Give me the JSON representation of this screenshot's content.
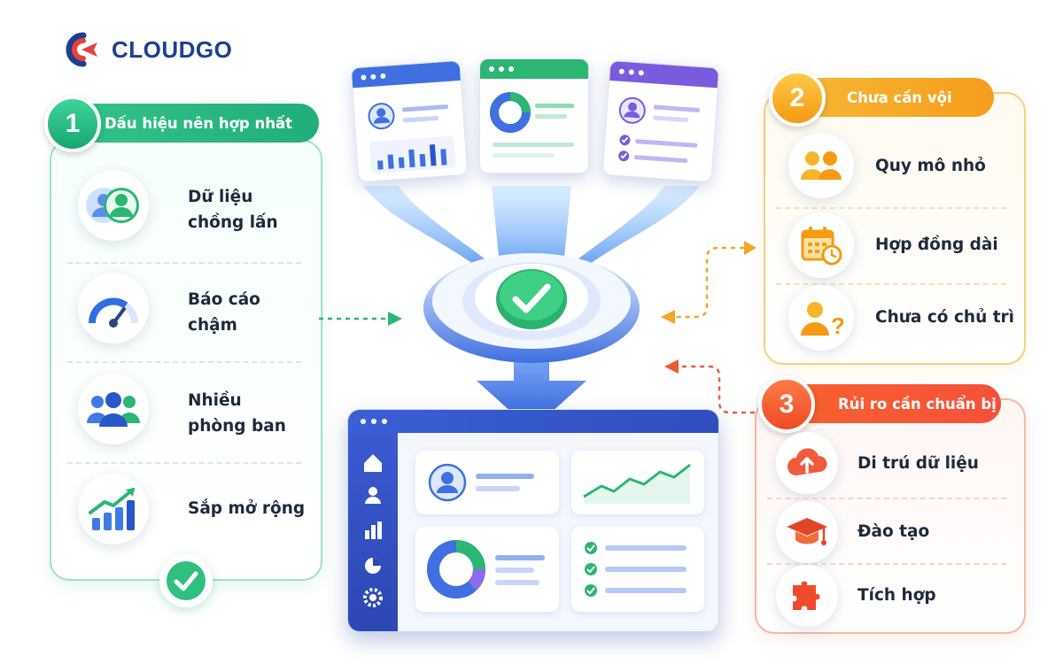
{
  "brand": {
    "name": "CLOUDGO"
  },
  "sections": {
    "signs": {
      "number": "1",
      "title": "Dấu hiệu nên hợp nhất",
      "items": [
        {
          "label": "Dữ liệu chồng lấn",
          "line1": "Dữ liệu",
          "line2": "chồng lấn",
          "icon": "overlapping-users-icon"
        },
        {
          "label": "Báo cáo chậm",
          "line1": "Báo cáo",
          "line2": "chậm",
          "icon": "speedometer-icon"
        },
        {
          "label": "Nhiều phòng ban",
          "line1": "Nhiều",
          "line2": "phòng ban",
          "icon": "team-icon"
        },
        {
          "label": "Sắp mở rộng",
          "line1": "Sắp mở rộng",
          "line2": "",
          "icon": "growth-chart-icon"
        }
      ]
    },
    "not_yet": {
      "number": "2",
      "title": "Chưa cần vội",
      "items": [
        {
          "label": "Quy mô nhỏ",
          "icon": "two-users-icon"
        },
        {
          "label": "Hợp đồng dài",
          "icon": "calendar-clock-icon"
        },
        {
          "label": "Chưa có chủ trì",
          "icon": "user-question-icon"
        }
      ]
    },
    "risks": {
      "number": "3",
      "title": "Rủi ro cần chuẩn bị",
      "items": [
        {
          "label": "Di trú dữ liệu",
          "icon": "cloud-upload-icon"
        },
        {
          "label": "Đào tạo",
          "icon": "graduation-cap-icon"
        },
        {
          "label": "Tích hợp",
          "icon": "puzzle-icon"
        }
      ]
    }
  },
  "colors": {
    "green": "#1fae7a",
    "orange": "#f59d1c",
    "red": "#f5503a",
    "blue": "#3358d4"
  }
}
